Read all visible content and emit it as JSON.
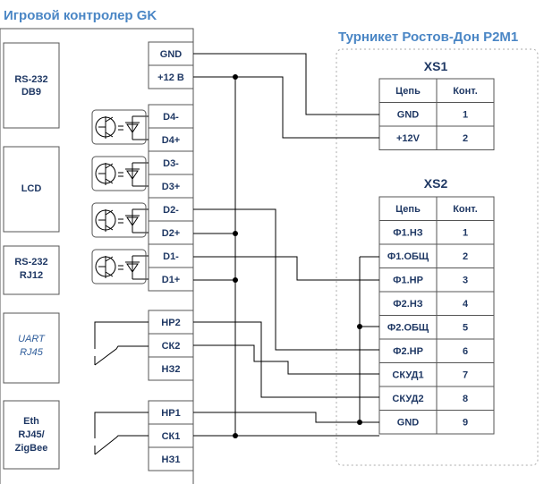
{
  "titles": {
    "controller": "Игровой контролер GK",
    "turnstile": "Турникет Ростов-Дон Р2М1"
  },
  "controller_blocks": [
    {
      "id": "rs232-db9",
      "lines": [
        "RS-232",
        "DB9"
      ],
      "italic": false
    },
    {
      "id": "lcd",
      "lines": [
        "LCD"
      ],
      "italic": false
    },
    {
      "id": "rs232-rj12",
      "lines": [
        "RS-232",
        "RJ12"
      ],
      "italic": false
    },
    {
      "id": "uart-rj45",
      "lines": [
        "UART",
        "RJ45"
      ],
      "italic": true
    },
    {
      "id": "eth",
      "lines": [
        "Eth",
        "RJ45/",
        "ZigBee"
      ],
      "italic": false
    }
  ],
  "controller_terminals": [
    "GND",
    "+12 B",
    "D4-",
    "D4+",
    "D3-",
    "D3+",
    "D2-",
    "D2+",
    "D1-",
    "D1+",
    "НР2",
    "СК2",
    "НЗ2",
    "НР1",
    "СК1",
    "НЗ1"
  ],
  "xs1": {
    "title": "XS1",
    "headers": [
      "Цепь",
      "Конт."
    ],
    "rows": [
      [
        "GND",
        "1"
      ],
      [
        "+12V",
        "2"
      ]
    ]
  },
  "xs2": {
    "title": "XS2",
    "headers": [
      "Цепь",
      "Конт."
    ],
    "rows": [
      [
        "Ф1.НЗ",
        "1"
      ],
      [
        "Ф1.ОБЩ",
        "2"
      ],
      [
        "Ф1.НР",
        "3"
      ],
      [
        "Ф2.НЗ",
        "4"
      ],
      [
        "Ф2.ОБЩ",
        "5"
      ],
      [
        "Ф2.НР",
        "6"
      ],
      [
        "СКУД1",
        "7"
      ],
      [
        "СКУД2",
        "8"
      ],
      [
        "GND",
        "9"
      ]
    ]
  }
}
